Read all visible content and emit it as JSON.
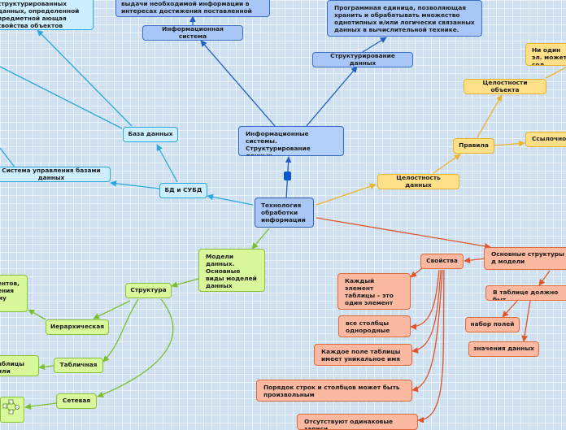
{
  "nodes": {
    "root": "Технология обработки информации",
    "info_systems": "Информационные системы. Структурирование данных",
    "info_system": "Информационная система",
    "info_system_def": "выдачи необходимой информации в интересах достижения поставленной цели",
    "structuring": "Структурирование данных",
    "structuring_def": "Программная единица, позволяющая хранить и обрабатывать множество однотипных и/или логически связанных данных в вычислительной технике.",
    "db_dbms": "БД и СУБД",
    "database": "База данных",
    "dbms": "Система управления базами данных",
    "db_def": "структурированных данных, определенной предметной ающая свойства объектов",
    "data_integrity": "Целостность данных",
    "rules": "Правила",
    "object_integrity": "Целостности объекта",
    "referential": "Ссылочной",
    "none_elem": "Ни один эл. может сод",
    "models": "Модели данных. Основные виды моделей данных",
    "structure": "Структура",
    "hierarchical": "Иерархическая",
    "tabular": "Табличная",
    "network": "Сетевая",
    "left_green_1": "ентов, ения му",
    "left_green_2": "аблицы или",
    "properties": "Свойства",
    "prop_1": "Каждый элемент таблицы – это один элемент данных",
    "prop_2": "все столбцы однородные",
    "prop_3": "Каждое поле таблицы имеет уникальное имя",
    "prop_4": "Порядок строк и столбцов может быть произвольным",
    "prop_5": "Отсутствуют одинаковые записи",
    "main_structures": "Основные структуры д модели",
    "in_table": "В таблице должно быт",
    "field_set": "набор полей",
    "data_values": "значения данных"
  },
  "colors": {
    "blue": "#1f5fbf",
    "cyan": "#2aa7dd",
    "yellow": "#f0b429",
    "green": "#7cbf2a",
    "salmon": "#e0552a",
    "handle": "#0a55d0"
  }
}
